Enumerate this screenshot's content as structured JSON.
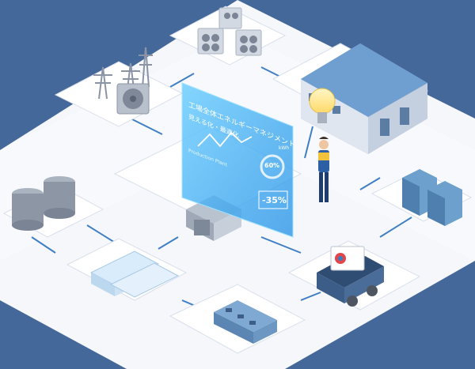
{
  "colors": {
    "background": "#45689a",
    "floor": "#f3f5f9",
    "floor_edge": "#d6dce8",
    "connector": "#3f7fc4",
    "panel": "#3fb4ff",
    "panel_text": "#ffffff"
  },
  "dashboard": {
    "title": "工場全体エネルギーマネジメント",
    "subtitle": "見える化・最適化",
    "unit": "kWh",
    "chart_label": "Production Plant",
    "gauge_value": "60%",
    "reduction_value": "-35%"
  },
  "icons": [
    "outdoor-ac-units",
    "power-transmission-tower",
    "factory-building",
    "light-bulb",
    "server-racks",
    "delivery-truck",
    "water-storage-tanks",
    "battery-units",
    "cooling-tower",
    "engineer-worker",
    "control-unit"
  ]
}
